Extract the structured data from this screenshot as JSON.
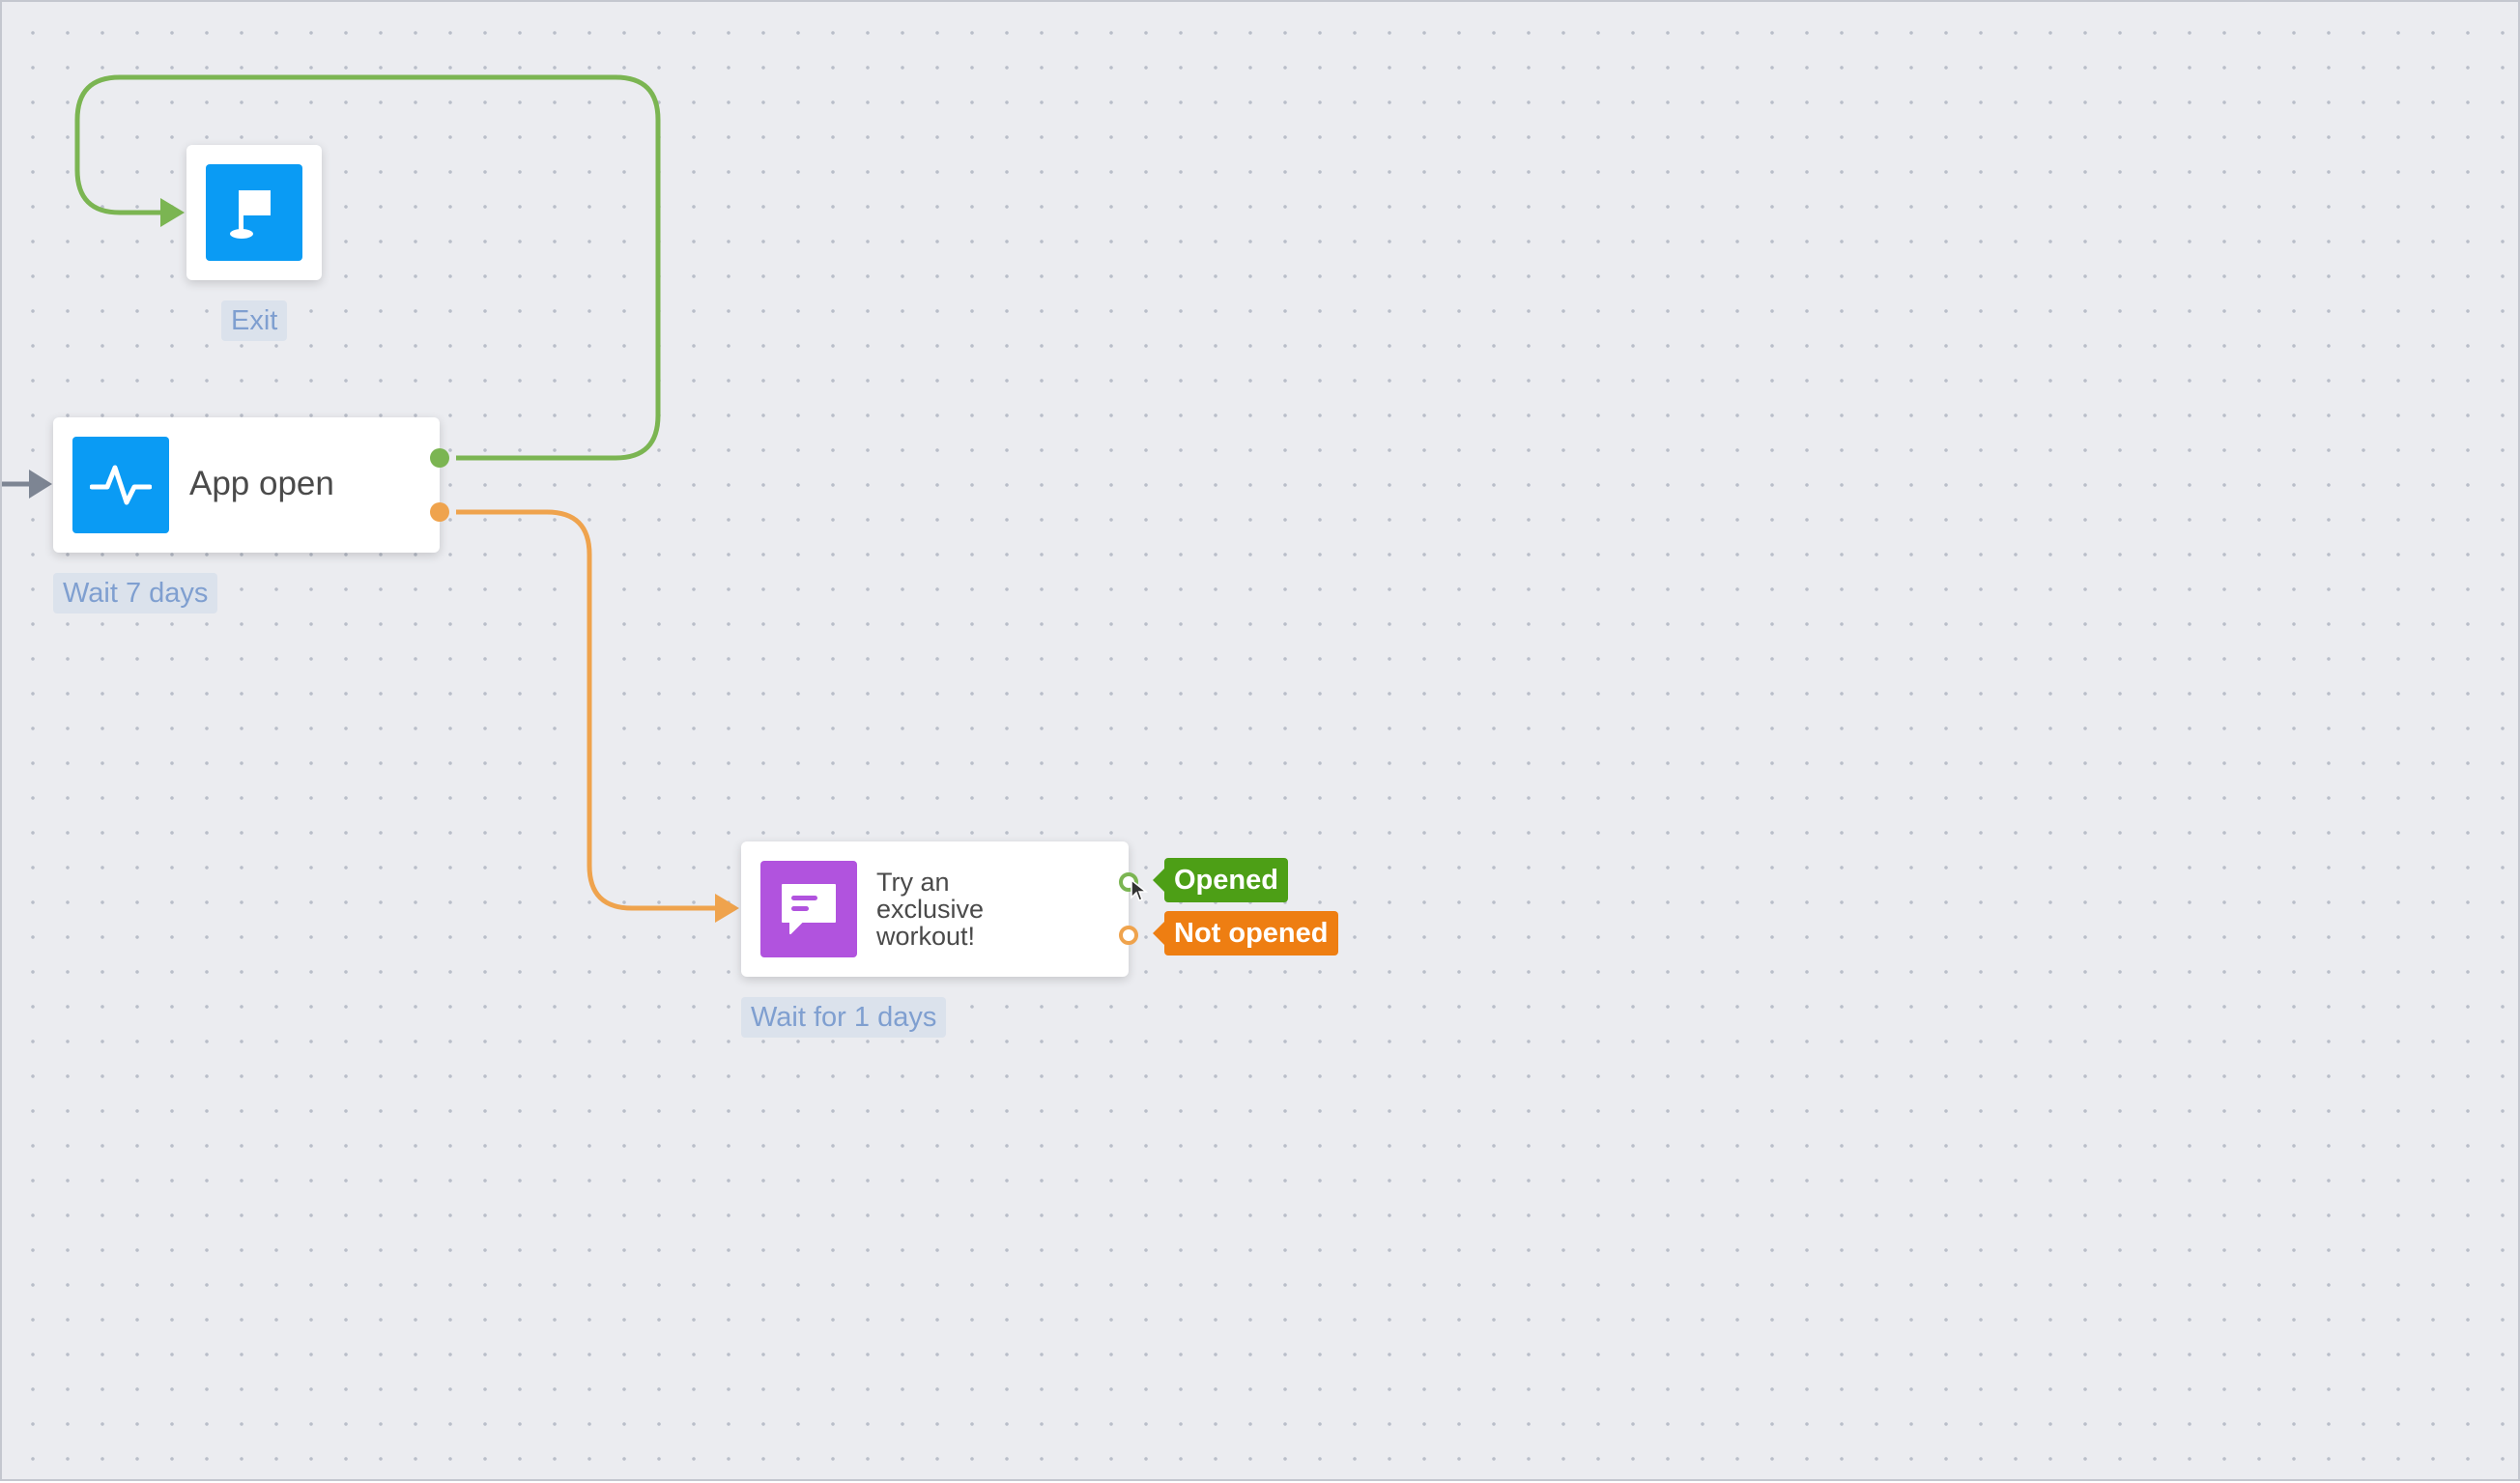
{
  "colors": {
    "canvas": "#ebecf0",
    "yes_path": "#7bb552",
    "no_path": "#efa34d",
    "entry_path": "#7d8593",
    "tile_blue": "#0a9bf4",
    "tile_purple": "#b153de",
    "tag_opened": "#4d9f16",
    "tag_not_opened": "#ee7e12",
    "caption_text": "#7f9fd0"
  },
  "nodes": {
    "exit": {
      "icon": "flag-icon",
      "caption": "Exit"
    },
    "app_open": {
      "icon": "activity-pulse-icon",
      "title": "App open",
      "caption": "Wait 7 days"
    },
    "message": {
      "icon": "message-icon",
      "title_lines": [
        "Try an",
        "exclusive",
        "workout!"
      ],
      "caption": "Wait for 1 days",
      "outputs": {
        "opened": "Opened",
        "not_opened": "Not opened"
      }
    }
  }
}
